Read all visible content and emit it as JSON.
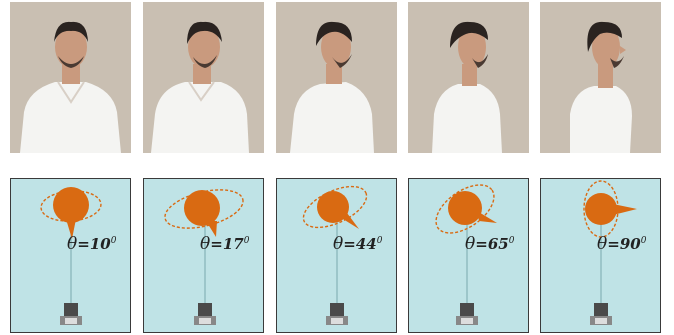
{
  "panels": [
    {
      "theta_symbol": "θ",
      "eq": "=",
      "value": "10",
      "unit": "0",
      "head_yaw_deg": 10
    },
    {
      "theta_symbol": "θ",
      "eq": "=",
      "value": "17",
      "unit": "0",
      "head_yaw_deg": 17
    },
    {
      "theta_symbol": "θ",
      "eq": "=",
      "value": "44",
      "unit": "0",
      "head_yaw_deg": 44
    },
    {
      "theta_symbol": "θ",
      "eq": "=",
      "value": "65",
      "unit": "0",
      "head_yaw_deg": 65
    },
    {
      "theta_symbol": "θ",
      "eq": "=",
      "value": "90",
      "unit": "0",
      "head_yaw_deg": 90
    }
  ],
  "colors": {
    "photo_background": "#c9bfb2",
    "diagram_background": "#bfe3e6",
    "head_marker": "#d96a12",
    "shirt": "#f4f4f2",
    "skin": "#c99a7e",
    "hair": "#2a2320"
  },
  "icons": {
    "camera": "camera-icon",
    "head": "head-marker-icon"
  }
}
